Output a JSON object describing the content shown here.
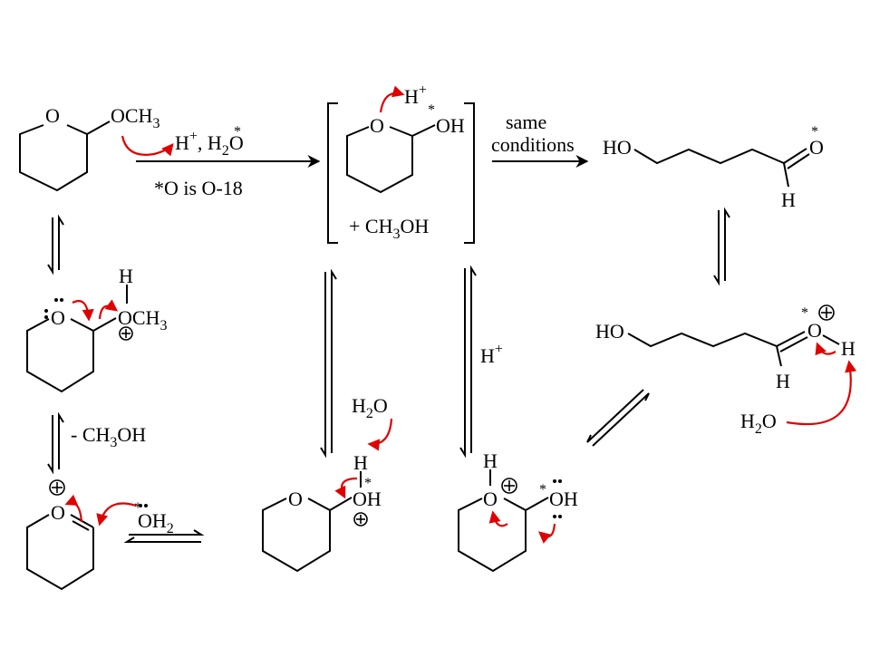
{
  "colors": {
    "arrow": "#e00000",
    "ink": "#000000",
    "background": "#ffffff"
  },
  "icons": {
    "positive_charge": "circled-plus-icon",
    "electron_pushing_arrow": "curved-arrow-icon",
    "equilibrium": "double-harpoon-icon"
  },
  "step1": {
    "ring_o": "O",
    "substituent": "OCH",
    "sub3": "3",
    "reagent_h": "H",
    "reagent_plus": "+",
    "reagent_sep": ", H",
    "reagent_sub2": "2",
    "reagent_o": "O",
    "reagent_star": "*",
    "note": "*O is O-18"
  },
  "bracket": {
    "ring_o": "O",
    "oh": "OH",
    "star": "*",
    "h": "H",
    "hplus": "+",
    "byproduct_prefix": "+  CH",
    "byproduct_sub": "3",
    "byproduct_suffix": "OH"
  },
  "top_right": {
    "condition_line1": "same",
    "condition_line2": "conditions",
    "ho": "HO",
    "o": "O",
    "star": "*",
    "h": "H"
  },
  "left_col": {
    "prot_h": "H",
    "prot_o": "O",
    "prot_och": "OCH",
    "prot_sub3": "3",
    "loss_prefix": "- CH",
    "loss_sub": "3",
    "loss_suffix": "OH",
    "oxo_o": "O"
  },
  "attack": {
    "star": "*",
    "oh": "OH",
    "sub2": "2"
  },
  "bottom_mid": {
    "water_h": "H",
    "water_sub": "2",
    "water_o": "O",
    "ring_o": "O",
    "h": "H",
    "star": "*",
    "oh": "OH"
  },
  "mid_right": {
    "hplus_h": "H",
    "hplus_plus": "+"
  },
  "bottom_right": {
    "ring_h": "H",
    "ring_o": "O",
    "star": "*",
    "oh": "OH"
  },
  "right_col": {
    "ho": "HO",
    "o": "O",
    "star": "*",
    "h_end": "H",
    "h_lower": "H",
    "water_h": "H",
    "water_sub": "2",
    "water_o": "O"
  }
}
